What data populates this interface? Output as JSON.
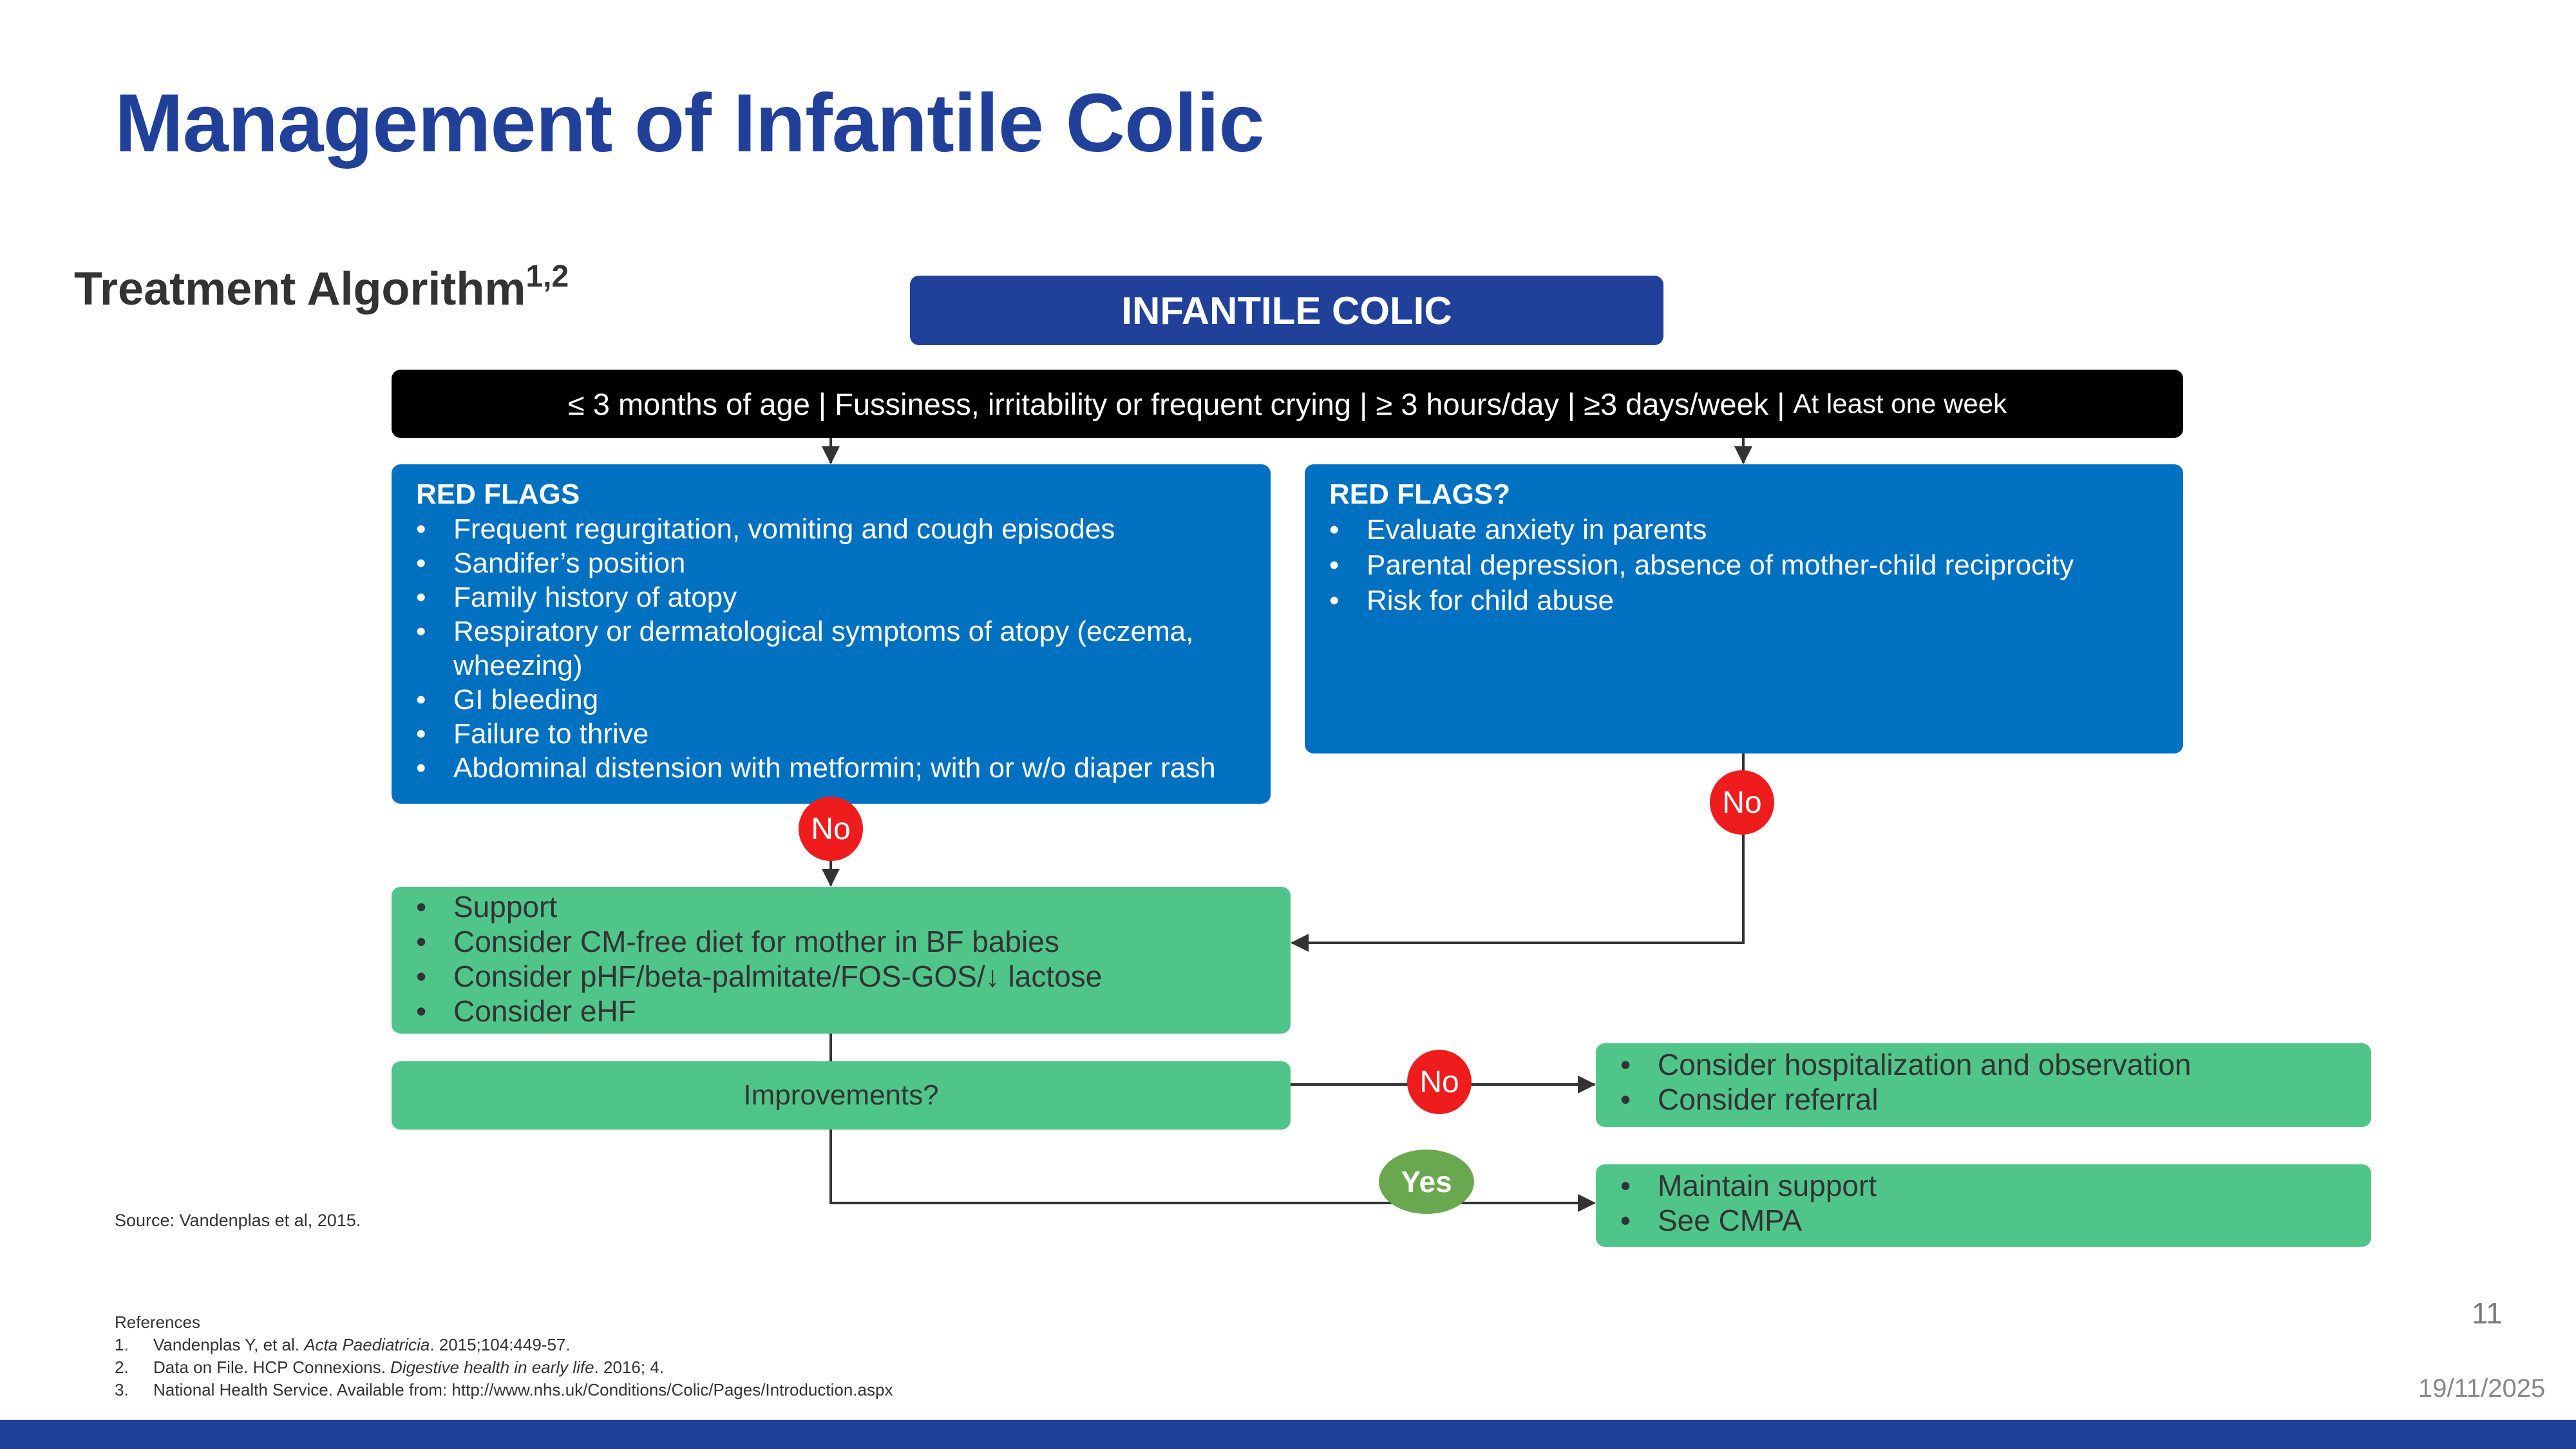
{
  "slide": {
    "title": "Management of Infantile Colic",
    "subtitle": "Treatment Algorithm",
    "subtitle_refs": "1,2",
    "page_number": "11",
    "date": "19/11/2025",
    "source": "Source: Vandenplas et al, 2015."
  },
  "flow": {
    "main_box": "INFANTILE COLIC",
    "criteria_main": "≤ 3 months of age | Fussiness, irritability or frequent crying | ≥ 3 hours/day | ≥3 days/week | ",
    "criteria_tail": "At least one week",
    "red_flags_left": {
      "title": "RED FLAGS",
      "items": [
        "Frequent regurgitation, vomiting and cough episodes",
        "Sandifer’s position",
        "Family history of atopy",
        "Respiratory or dermatological symptoms of atopy (eczema, wheezing)",
        "GI bleeding",
        "Failure to thrive",
        "Abdominal distension with metformin; with or w/o diaper rash"
      ]
    },
    "red_flags_right": {
      "title": "RED FLAGS?",
      "items": [
        "Evaluate anxiety in parents",
        "Parental depression, absence of mother-child reciprocity",
        "Risk for child abuse"
      ]
    },
    "support_box": {
      "items": [
        "Support",
        "Consider CM-free diet for mother in BF babies",
        "Consider pHF/beta-palmitate/FOS-GOS/↓ lactose",
        "Consider eHF"
      ]
    },
    "improvements": "Improvements?",
    "hospital_box": {
      "items": [
        "Consider hospitalization and observation",
        "Consider referral"
      ]
    },
    "maintain_box": {
      "items": [
        "Maintain support",
        "See CMPA"
      ]
    },
    "no_label": "No",
    "yes_label": "Yes",
    "colors": {
      "dark_blue": "#21409a",
      "blue": "#0070c0",
      "green": "#50c58a",
      "red": "#ee1c1c",
      "yes_green": "#6aa84f",
      "black": "#000000"
    }
  },
  "references": {
    "heading": "References",
    "items": [
      {
        "num": "1.",
        "pre": "Vandenplas Y, et al. ",
        "ital": "Acta Paediatricia",
        "post": ". 2015;104:449-57."
      },
      {
        "num": "2.",
        "pre": "Data on File. HCP Connexions. ",
        "ital": "Digestive health in early life",
        "post": ". 2016; 4."
      },
      {
        "num": "3.",
        "pre": "National Health Service. Available from: http://www.nhs.uk/Conditions/Colic/Pages/Introduction.aspx",
        "ital": "",
        "post": ""
      }
    ]
  }
}
